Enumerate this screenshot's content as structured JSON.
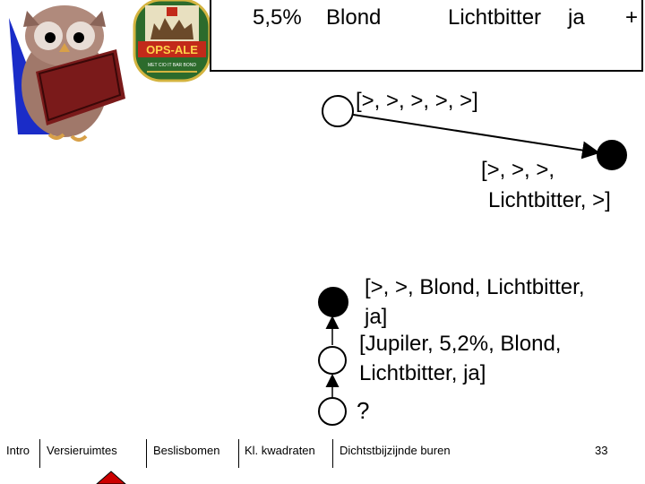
{
  "header": {
    "alcohol": "5,5%",
    "color": "Blond",
    "taste": "Lichtbitter",
    "flag": "ja",
    "mark": "+"
  },
  "logo": {
    "brand": "OPS-ALE",
    "small_text": "MET CIO IT BAR BOND"
  },
  "tree": {
    "node_top_label": "[>, >, >, >, >]",
    "node_right_label_line1": "[>, >, >,",
    "node_right_label_line2": "Lichtbitter, >]",
    "node_mid_label_line1": "[>, >, Blond, Lichtbitter,",
    "node_mid_label_line2": "ja]",
    "node_low_label_line1": "[Jupiler, 5,2%, Blond,",
    "node_low_label_line2": "Lichtbitter, ja]",
    "query_label": "?"
  },
  "nav": {
    "items": [
      "Intro",
      "Versieruimtes",
      "Beslisbomen",
      "Kl. kwadraten",
      "Dichtstbijzijnde buren"
    ],
    "page_number": "33"
  },
  "colors": {
    "owl_brown": "#a0786a",
    "owl_light": "#e8ddd6",
    "book_red": "#7a1a1a",
    "shadow_blue": "#1a2cc8",
    "logo_green": "#2c6b2c",
    "logo_red": "#c22a1a",
    "nav_marker": "#cc0000"
  }
}
